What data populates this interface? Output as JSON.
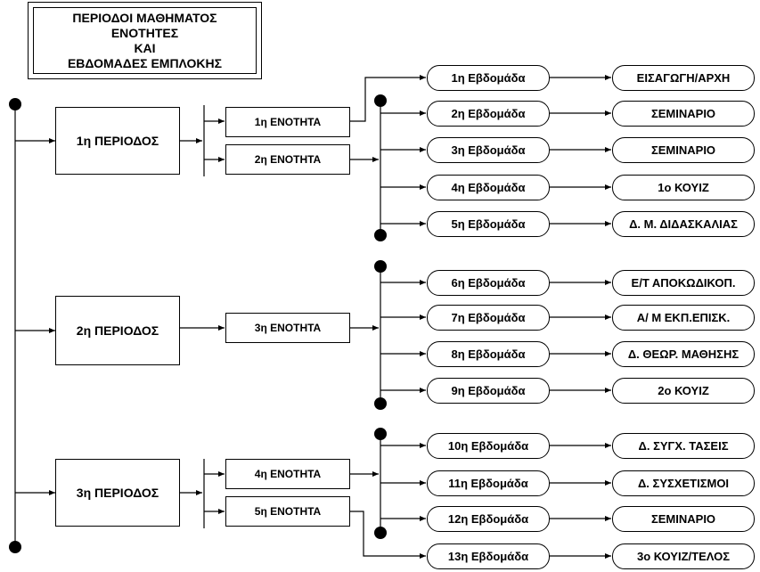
{
  "title": {
    "lines": [
      "ΠΕΡΙΟΔΟΙ ΜΑΘΗΜΑΤΟΣ",
      "ΕΝΟΤΗΤΕΣ",
      "ΚΑΙ",
      "ΕΒΔΟΜΑΔΕΣ ΕΜΠΛΟΚΗΣ"
    ]
  },
  "periods": [
    {
      "label": "1η ΠΕΡΙΟΔΟΣ"
    },
    {
      "label": "2η ΠΕΡΙΟΔΟΣ"
    },
    {
      "label": "3η ΠΕΡΙΟΔΟΣ"
    }
  ],
  "units": [
    {
      "label": "1η ΕΝΟΤΗΤΑ"
    },
    {
      "label": "2η ΕΝΟΤΗΤΑ"
    },
    {
      "label": "3η ΕΝΟΤΗΤΑ"
    },
    {
      "label": "4η ΕΝΟΤΗΤΑ"
    },
    {
      "label": "5η ΕΝΟΤΗΤΑ"
    }
  ],
  "weeks": [
    {
      "label": "1η Εβδομάδα",
      "activity": "ΕΙΣΑΓΩΓΗ/ΑΡΧΗ"
    },
    {
      "label": "2η Εβδομάδα",
      "activity": "ΣΕΜΙΝΑΡΙΟ"
    },
    {
      "label": "3η Εβδομάδα",
      "activity": "ΣΕΜΙΝΑΡΙΟ"
    },
    {
      "label": "4η Εβδομάδα",
      "activity": "1ο ΚΟΥΙΖ"
    },
    {
      "label": "5η Εβδομάδα",
      "activity": "Δ. Μ. ΔΙΔΑΣΚΑΛΙΑΣ"
    },
    {
      "label": "6η Εβδομάδα",
      "activity": "Ε/Τ ΑΠΟΚΩΔΙΚΟΠ."
    },
    {
      "label": "7η Εβδομάδα",
      "activity": "Α/ Μ ΕΚΠ.ΕΠΙΣΚ."
    },
    {
      "label": "8η Εβδομάδα",
      "activity": "Δ. ΘΕΩΡ. ΜΑΘΗΣΗΣ"
    },
    {
      "label": "9η Εβδομάδα",
      "activity": "2ο ΚΟΥΙΖ"
    },
    {
      "label": "10η Εβδομάδα",
      "activity": "Δ. ΣΥΓΧ. ΤΑΣΕΙΣ"
    },
    {
      "label": "11η Εβδομάδα",
      "activity": "Δ. ΣΥΣΧΕΤΙΣΜΟΙ"
    },
    {
      "label": "12η Εβδομάδα",
      "activity": "ΣΕΜΙΝΑΡΙΟ"
    },
    {
      "label": "13η Εβδομάδα",
      "activity": "3ο ΚΟΥΙΖ/ΤΕΛΟΣ"
    }
  ]
}
